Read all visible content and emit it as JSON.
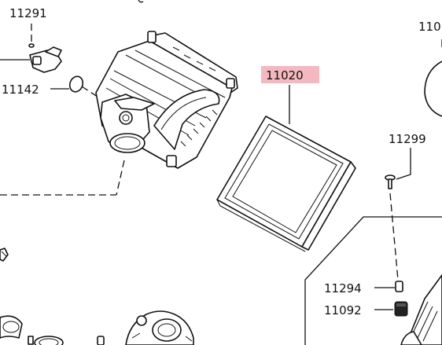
{
  "labels": {
    "p11291": "11291",
    "p11142": "11142",
    "p11020": "11020",
    "p11299": "11299",
    "p11294": "11294",
    "p11092": "11092",
    "p110_partial": "110"
  },
  "highlight_color": "#f4b8c0"
}
